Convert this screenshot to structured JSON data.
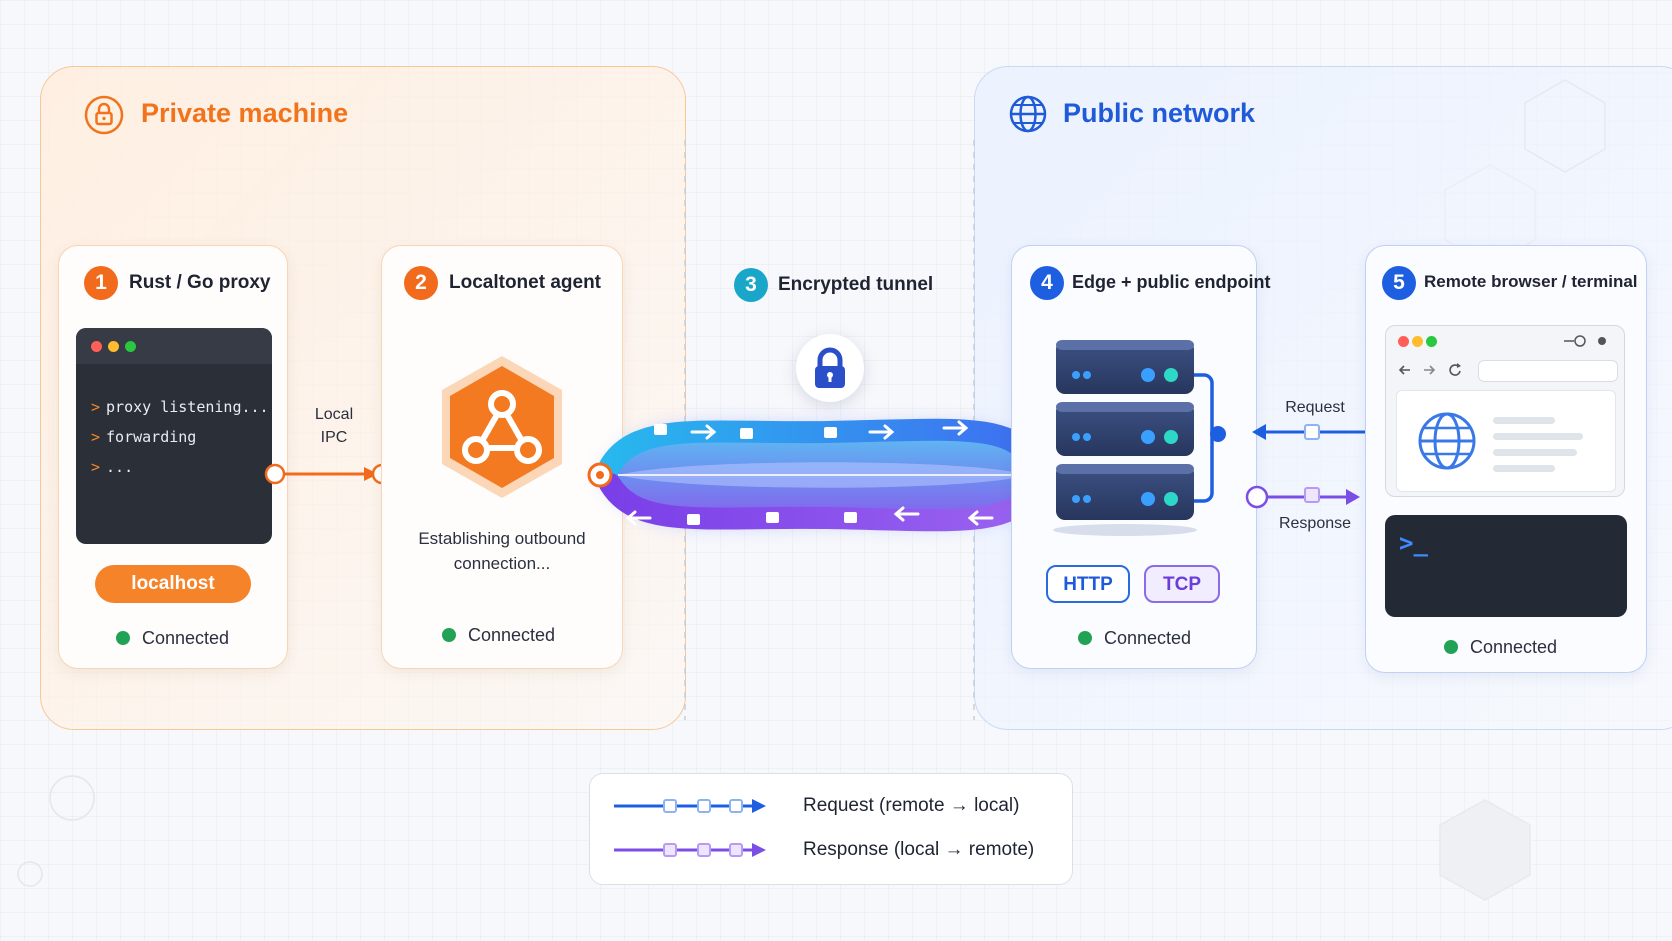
{
  "zones": {
    "private": {
      "title": "Private machine",
      "icon": "lock-icon",
      "color": "#f1731c"
    },
    "public": {
      "title": "Public network",
      "icon": "globe-icon",
      "color": "#1f5ad8"
    }
  },
  "steps": [
    {
      "number": "1",
      "title": "Rust / Go proxy",
      "status": "Connected"
    },
    {
      "number": "2",
      "title": "Localtonet agent",
      "status": "Connected"
    },
    {
      "number": "3",
      "title": "Encrypted tunnel"
    },
    {
      "number": "4",
      "title": "Edge + public endpoint",
      "status": "Connected"
    },
    {
      "number": "5",
      "title": "Remote browser / terminal",
      "status": "Connected"
    }
  ],
  "proxy": {
    "terminal_lines": [
      "proxy listening...",
      "forwarding",
      "..."
    ],
    "prompt": ">",
    "pill": "localhost"
  },
  "links": {
    "ipc_line1": "Local",
    "ipc_line2": "IPC",
    "request": "Request",
    "response": "Response"
  },
  "agent": {
    "line1": "Establishing outbound",
    "line2": "connection..."
  },
  "edge": {
    "protocols": [
      "HTTP",
      "TCP"
    ]
  },
  "remote": {
    "terminal_prompt": ">_"
  },
  "legend": {
    "request": "Request (remote → local)",
    "response": "Response (local → remote)"
  },
  "colors": {
    "orange": "#f26b1d",
    "blue": "#1d5fe0",
    "purple": "#7b4fe6",
    "teal": "#1aa6c9",
    "connected": "#22a255"
  }
}
